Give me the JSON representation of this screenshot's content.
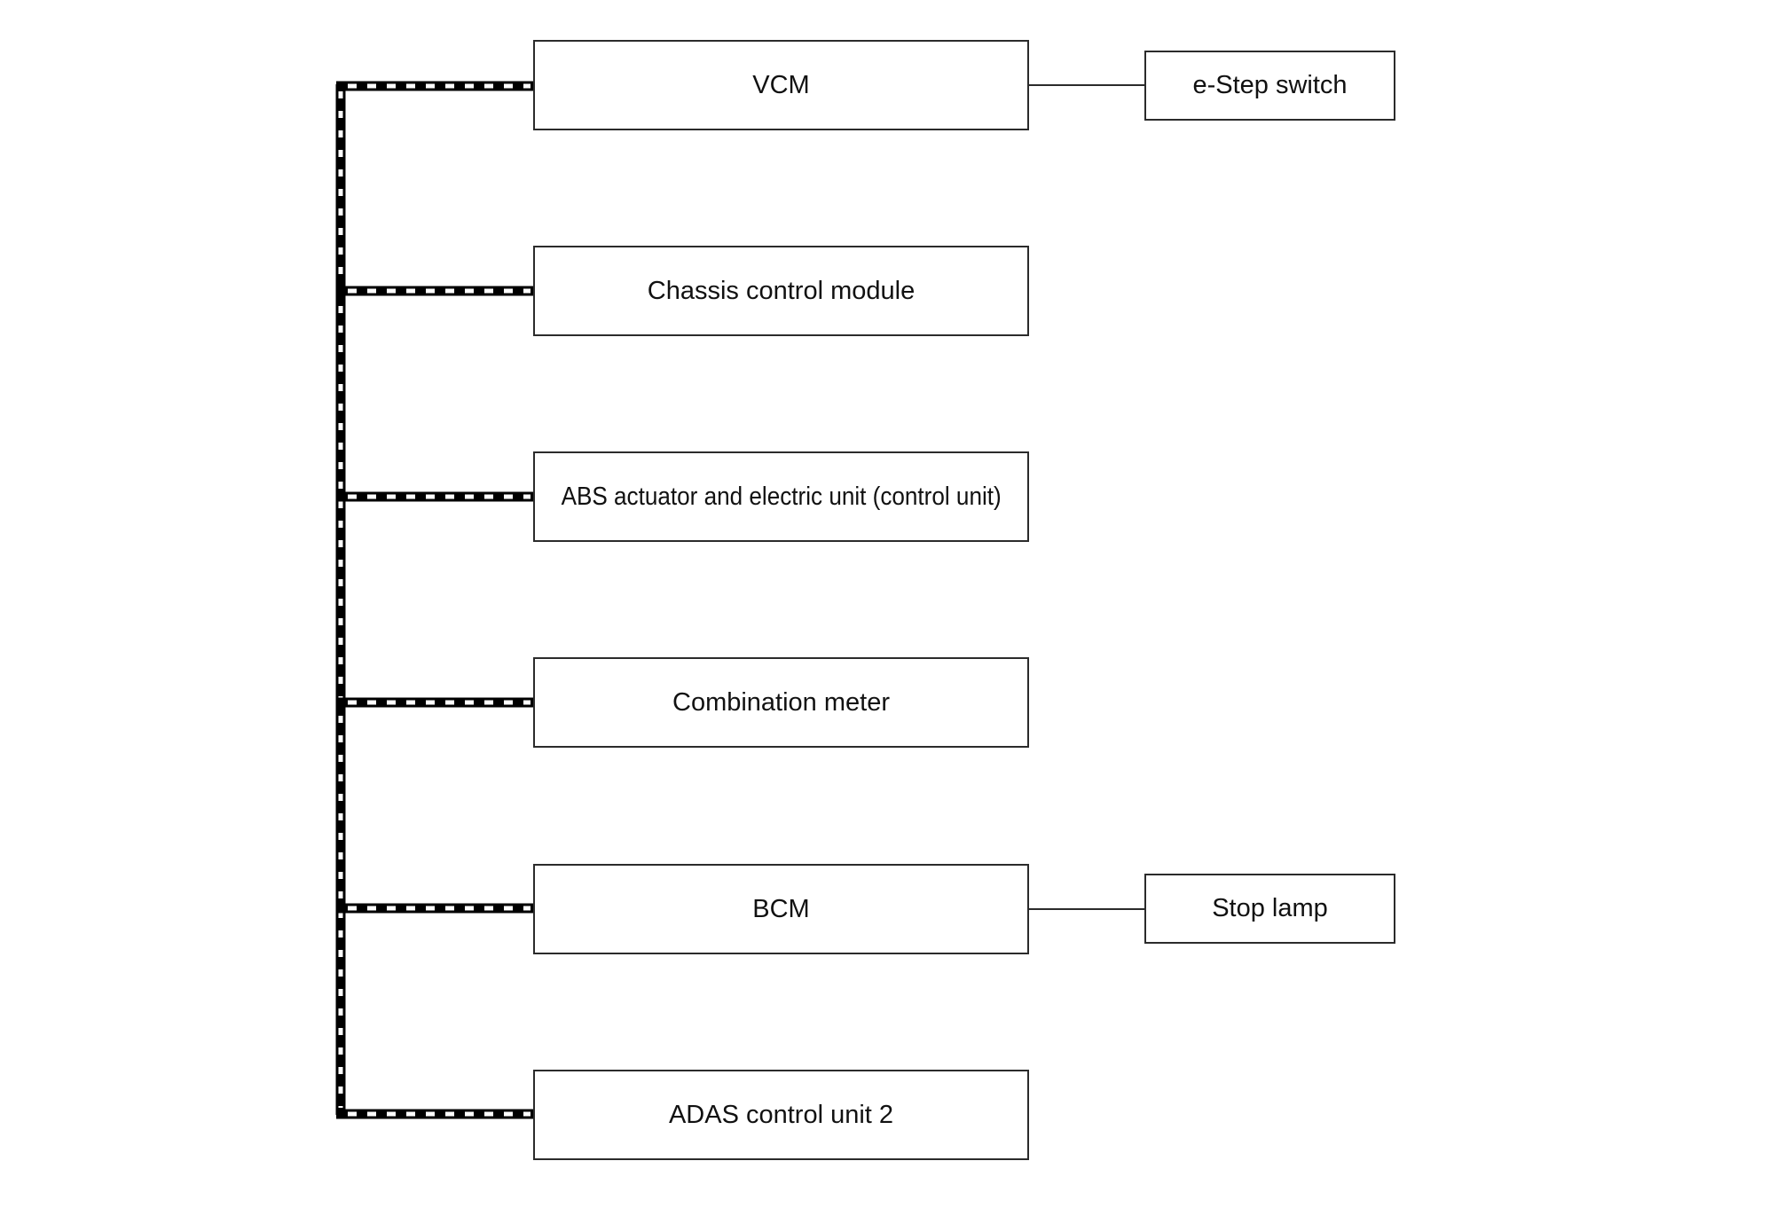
{
  "diagram": {
    "modules": [
      {
        "id": "vcm",
        "label": "VCM"
      },
      {
        "id": "chassis",
        "label": "Chassis control module"
      },
      {
        "id": "abs",
        "label": "ABS actuator and electric unit (control unit)"
      },
      {
        "id": "meter",
        "label": "Combination meter"
      },
      {
        "id": "bcm",
        "label": "BCM"
      },
      {
        "id": "adas",
        "label": "ADAS control unit 2"
      }
    ],
    "peripherals": [
      {
        "id": "estep",
        "label": "e-Step switch",
        "connected_to": "vcm"
      },
      {
        "id": "stoplamp",
        "label": "Stop lamp",
        "connected_to": "bcm"
      }
    ],
    "bus": {
      "style": "black-white dashed communication line",
      "color_primary": "#000000",
      "color_secondary": "#ffffff"
    }
  }
}
